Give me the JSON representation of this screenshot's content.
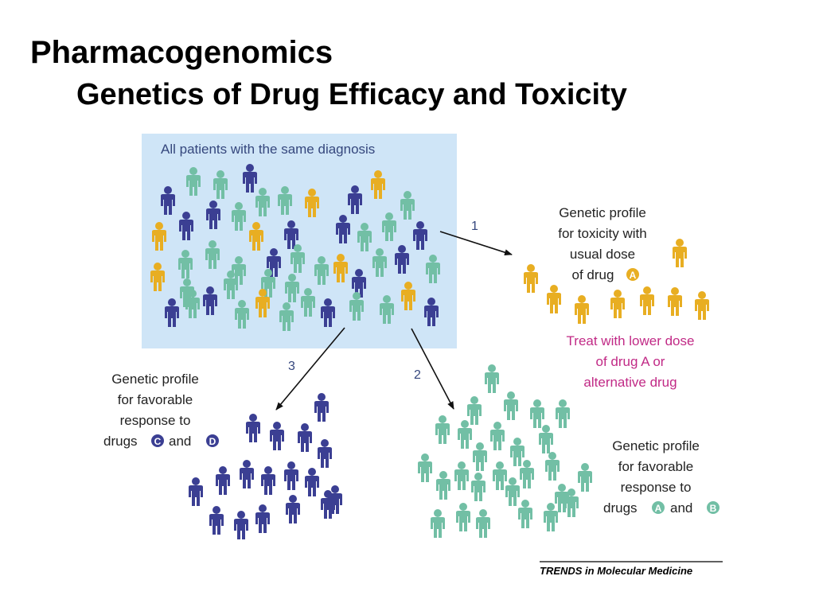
{
  "slide": {
    "title": "Pharmacogenomics",
    "subtitle": "Genetics of Drug Efficacy and Toxicity"
  },
  "diagram": {
    "population_label": "All patients with the same diagnosis",
    "arrow_1": "1",
    "arrow_2": "2",
    "arrow_3": "3",
    "toxicity_profile": [
      "Genetic profile",
      "for toxicity with",
      "usual dose",
      "of drug"
    ],
    "toxicity_drug": "A",
    "toxicity_treatment": [
      "Treat with lower dose",
      "of drug A or",
      "alternative drug"
    ],
    "favorable_cd": [
      "Genetic profile",
      "for favorable",
      "response to",
      "drugs"
    ],
    "favorable_cd_drugs": [
      "C",
      "D"
    ],
    "favorable_ab": [
      "Genetic profile",
      "for favorable",
      "response to",
      "drugs"
    ],
    "favorable_ab_drugs": [
      "A",
      "B"
    ],
    "and_word": "and",
    "credit": "TRENDS in Molecular Medicine",
    "colors": {
      "population_bg": "#cfe5f7",
      "navy": "#3b3f93",
      "teal": "#72bfa5",
      "gold": "#e8ae22",
      "label_blue": "#35477d",
      "treatment_magenta": "#c12a86"
    }
  }
}
